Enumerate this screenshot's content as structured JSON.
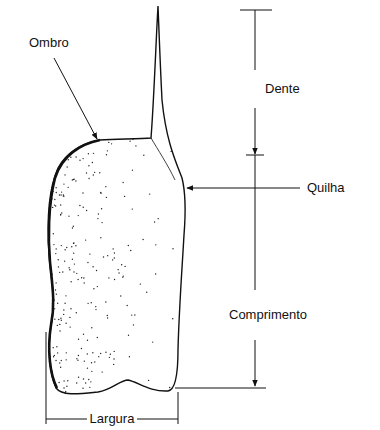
{
  "diagram": {
    "labels": [
      "Ombro",
      "Dente",
      "Quilha",
      "Comprimento",
      "Largura"
    ]
  }
}
